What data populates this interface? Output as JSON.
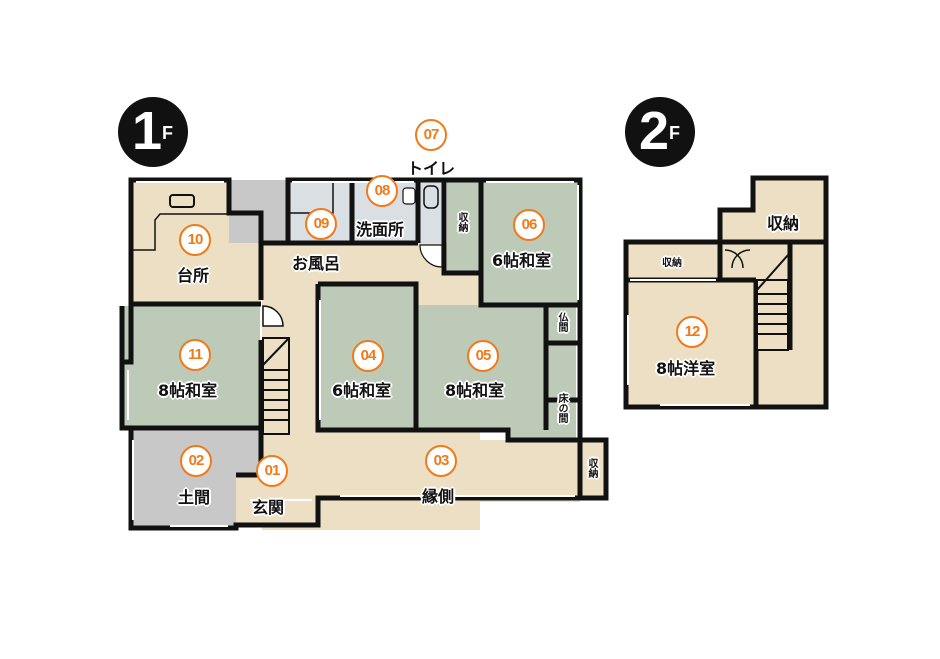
{
  "floors": [
    {
      "id": "1F",
      "badge_num": "1",
      "badge_suffix": "F"
    },
    {
      "id": "2F",
      "badge_num": "2",
      "badge_suffix": "F"
    }
  ],
  "rooms": [
    {
      "num": "01",
      "label": "玄関"
    },
    {
      "num": "02",
      "label": "土間"
    },
    {
      "num": "03",
      "label": "縁側"
    },
    {
      "num": "04",
      "label": "6帖和室"
    },
    {
      "num": "05",
      "label": "8帖和室"
    },
    {
      "num": "06",
      "label": "6帖和室"
    },
    {
      "num": "07",
      "label": "トイレ"
    },
    {
      "num": "08",
      "label": "洗面所"
    },
    {
      "num": "09",
      "label": "お風呂"
    },
    {
      "num": "10",
      "label": "台所"
    },
    {
      "num": "11",
      "label": "8帖和室"
    },
    {
      "num": "12",
      "label": "8帖洋室"
    }
  ],
  "small_labels": {
    "storage_1f_toilet": "収納",
    "butsuma": "仏間",
    "tokonoma": "床の間",
    "storage_1f_engawa": "収納",
    "storage_2f_left": "収納",
    "storage_2f_top": "収納"
  },
  "colors": {
    "wall": "#111111",
    "wood_floor": "#ecdfc4",
    "tatami": "#bccab7",
    "wet_area": "#d9dfe2",
    "doma": "#c8c8c8",
    "badge_accent": "#f07a1a"
  }
}
